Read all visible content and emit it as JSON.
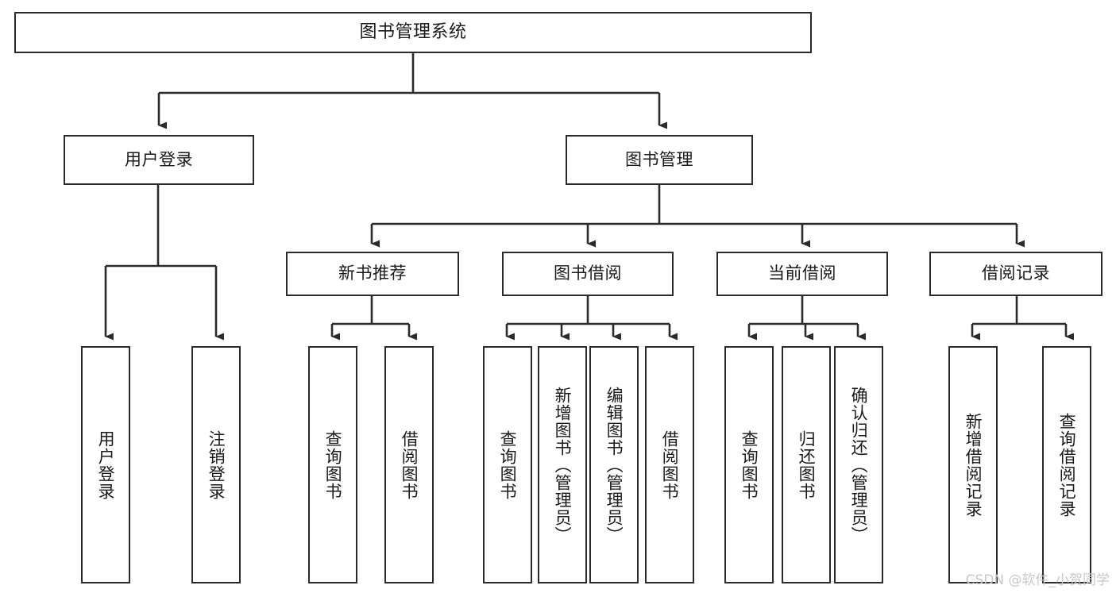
{
  "diagram": {
    "title": "图书管理系统",
    "watermark": "CSDN @软件_小贺同学",
    "colors": {
      "border": "#2b2b2b",
      "background": "#ffffff",
      "text": "#1a1a1a",
      "watermark": "#c8c8c8"
    },
    "root": {
      "label": "图书管理系统"
    },
    "level2": [
      {
        "label": "用户登录"
      },
      {
        "label": "图书管理"
      }
    ],
    "level3": [
      {
        "label": "新书推荐"
      },
      {
        "label": "图书借阅"
      },
      {
        "label": "当前借阅"
      },
      {
        "label": "借阅记录"
      }
    ],
    "leaves": {
      "user_login": [
        {
          "label": "用户登录"
        },
        {
          "label": "注销登录"
        }
      ],
      "new_book": [
        {
          "label": "查询图书"
        },
        {
          "label": "借阅图书"
        }
      ],
      "borrow_book": [
        {
          "label": "查询图书"
        },
        {
          "label": "新增图书（管理员）"
        },
        {
          "label": "编辑图书（管理员）"
        },
        {
          "label": "借阅图书"
        }
      ],
      "current_borrow": [
        {
          "label": "查询图书"
        },
        {
          "label": "归还图书"
        },
        {
          "label": "确认归还（管理员）"
        }
      ],
      "borrow_record": [
        {
          "label": "新增借阅记录"
        },
        {
          "label": "查询借阅记录"
        }
      ]
    }
  }
}
